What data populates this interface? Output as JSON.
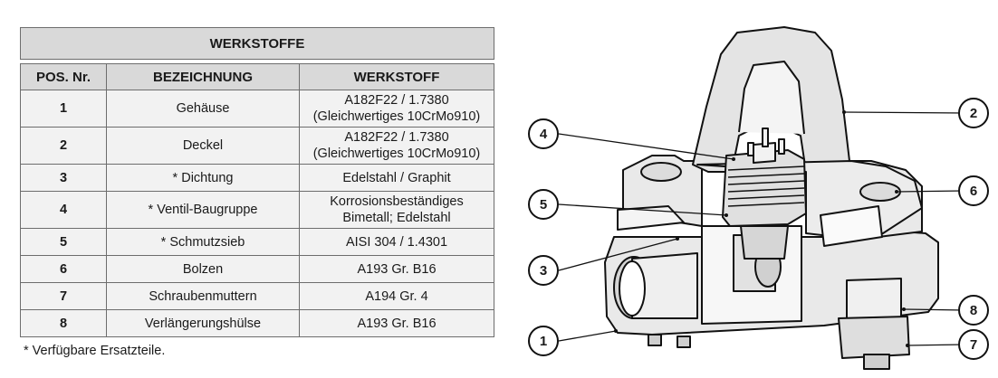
{
  "table": {
    "title": "WERKSTOFFE",
    "headers": {
      "pos": "POS. Nr.",
      "bezeichnung": "BEZEICHNUNG",
      "werkstoff": "WERKSTOFF"
    },
    "rows": [
      {
        "pos": "1",
        "bezeichnung": "Gehäuse",
        "werkstoff_1": "A182F22 / 1.7380",
        "werkstoff_2": "(Gleichwertiges 10CrMo910)"
      },
      {
        "pos": "2",
        "bezeichnung": "Deckel",
        "werkstoff_1": "A182F22 / 1.7380",
        "werkstoff_2": "(Gleichwertiges 10CrMo910)"
      },
      {
        "pos": "3",
        "bezeichnung": "* Dichtung",
        "werkstoff_1": "Edelstahl / Graphit"
      },
      {
        "pos": "4",
        "bezeichnung": "* Ventil-Baugruppe",
        "werkstoff_1": "Korrosionsbeständiges",
        "werkstoff_2": "Bimetall; Edelstahl"
      },
      {
        "pos": "5",
        "bezeichnung": "* Schmutzsieb",
        "werkstoff_1": "AISI 304 / 1.4301"
      },
      {
        "pos": "6",
        "bezeichnung": "Bolzen",
        "werkstoff_1": "A193 Gr. B16"
      },
      {
        "pos": "7",
        "bezeichnung": "Schraubenmuttern",
        "werkstoff_1": "A194 Gr. 4"
      },
      {
        "pos": "8",
        "bezeichnung": "Verlängerungshülse",
        "werkstoff_1": "A193 Gr. B16"
      }
    ]
  },
  "footnote": "* Verfügbare Ersatzteile.",
  "callouts": {
    "c1": "1",
    "c2": "2",
    "c3": "3",
    "c4": "4",
    "c5": "5",
    "c6": "6",
    "c7": "7",
    "c8": "8"
  },
  "colors": {
    "header_fill": "#d9d9d9",
    "row_fill": "#f2f2f2",
    "border": "#6d6d6d",
    "metal": "#e9e9e9",
    "outline": "#111111"
  }
}
